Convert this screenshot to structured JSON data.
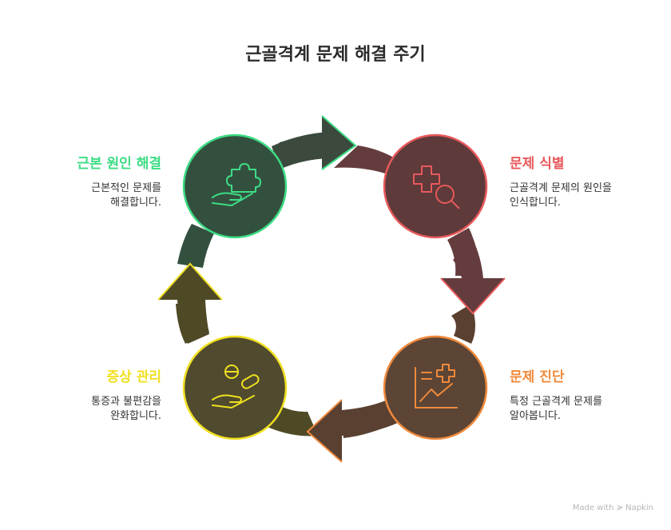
{
  "title": "근골격계 문제 해결 주기",
  "steps": [
    {
      "label": "문제 식별",
      "desc_lines": [
        "근골격계 문제의 원인을",
        "인식합니다."
      ],
      "color": "#E8595A",
      "fill": "#5E3A3B",
      "icon": "medical-search-icon"
    },
    {
      "label": "문제 진단",
      "desc_lines": [
        "특정 근골격계 문제를",
        "알아봅니다."
      ],
      "color": "#F08A3C",
      "fill": "#5C4535",
      "icon": "medical-chart-icon"
    },
    {
      "label": "증상 관리",
      "desc_lines": [
        "통증과 불편감을",
        "완화합니다."
      ],
      "color": "#F0E020",
      "fill": "#504A2E",
      "icon": "pill-hand-icon"
    },
    {
      "label": "근본 원인 해결",
      "desc_lines": [
        "근본적인 문제를",
        "해결합니다."
      ],
      "color": "#3DDC84",
      "fill": "#33503F",
      "icon": "puzzle-hand-icon"
    }
  ],
  "watermark": "Made with ≽ Napkin"
}
